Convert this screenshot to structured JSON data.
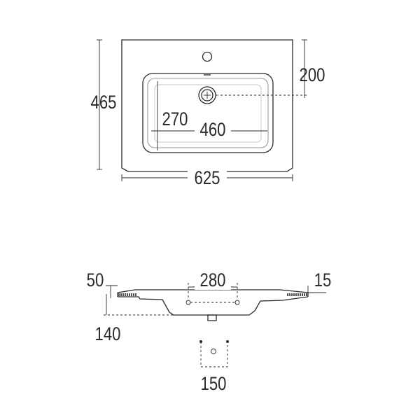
{
  "top_view": {
    "overall_width": "625",
    "overall_depth": "465",
    "basin_width": "460",
    "basin_depth": "270",
    "drain_offset": "200"
  },
  "side_view": {
    "rim_height": "50",
    "fixing_spacing": "280",
    "edge_thickness": "15",
    "total_height": "140",
    "detail_width": "150"
  }
}
